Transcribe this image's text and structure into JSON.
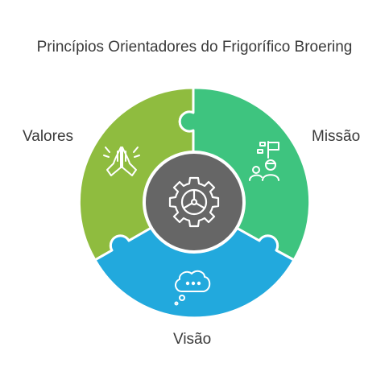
{
  "title": "Princípios Orientadores do Frigorífico Broering",
  "segments": [
    {
      "key": "valores",
      "label": "Valores",
      "color": "#8fbc3f",
      "icon": "praying-hands-icon"
    },
    {
      "key": "missao",
      "label": "Missão",
      "color": "#3ec47f",
      "icon": "flag-team-icon"
    },
    {
      "key": "visao",
      "label": "Visão",
      "color": "#22a9dd",
      "icon": "thought-bubble-icon"
    }
  ],
  "center": {
    "color": "#666666",
    "icon": "gear-icon"
  }
}
